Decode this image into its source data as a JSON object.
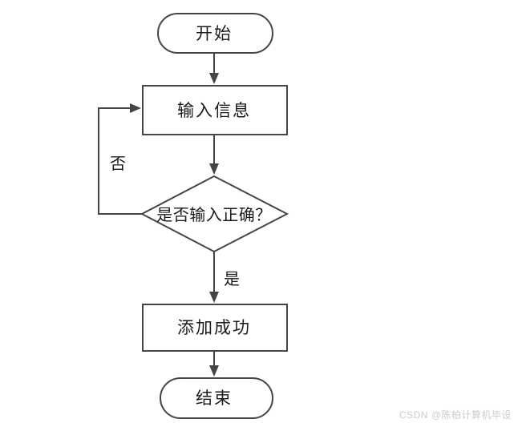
{
  "diagram": {
    "type": "flowchart",
    "background_color": "#ffffff",
    "line_color": "#454545",
    "text_color": "#1a1a1a",
    "nodes": [
      {
        "id": "start",
        "shape": "stadium",
        "label": "开始"
      },
      {
        "id": "input",
        "shape": "rect",
        "label": "输入信息"
      },
      {
        "id": "decision",
        "shape": "diamond",
        "label": "是否输入正确？"
      },
      {
        "id": "success",
        "shape": "rect",
        "label": "添加成功"
      },
      {
        "id": "end",
        "shape": "stadium",
        "label": "结束"
      }
    ],
    "edges": [
      {
        "from": "start",
        "to": "input",
        "label": ""
      },
      {
        "from": "input",
        "to": "decision",
        "label": ""
      },
      {
        "from": "decision",
        "to": "success",
        "label": "是"
      },
      {
        "from": "decision",
        "to": "input",
        "label": "否"
      },
      {
        "from": "success",
        "to": "end",
        "label": ""
      }
    ]
  },
  "watermark": {
    "text": "CSDN @陈柏计算机毕设",
    "color": "#cccccc"
  }
}
